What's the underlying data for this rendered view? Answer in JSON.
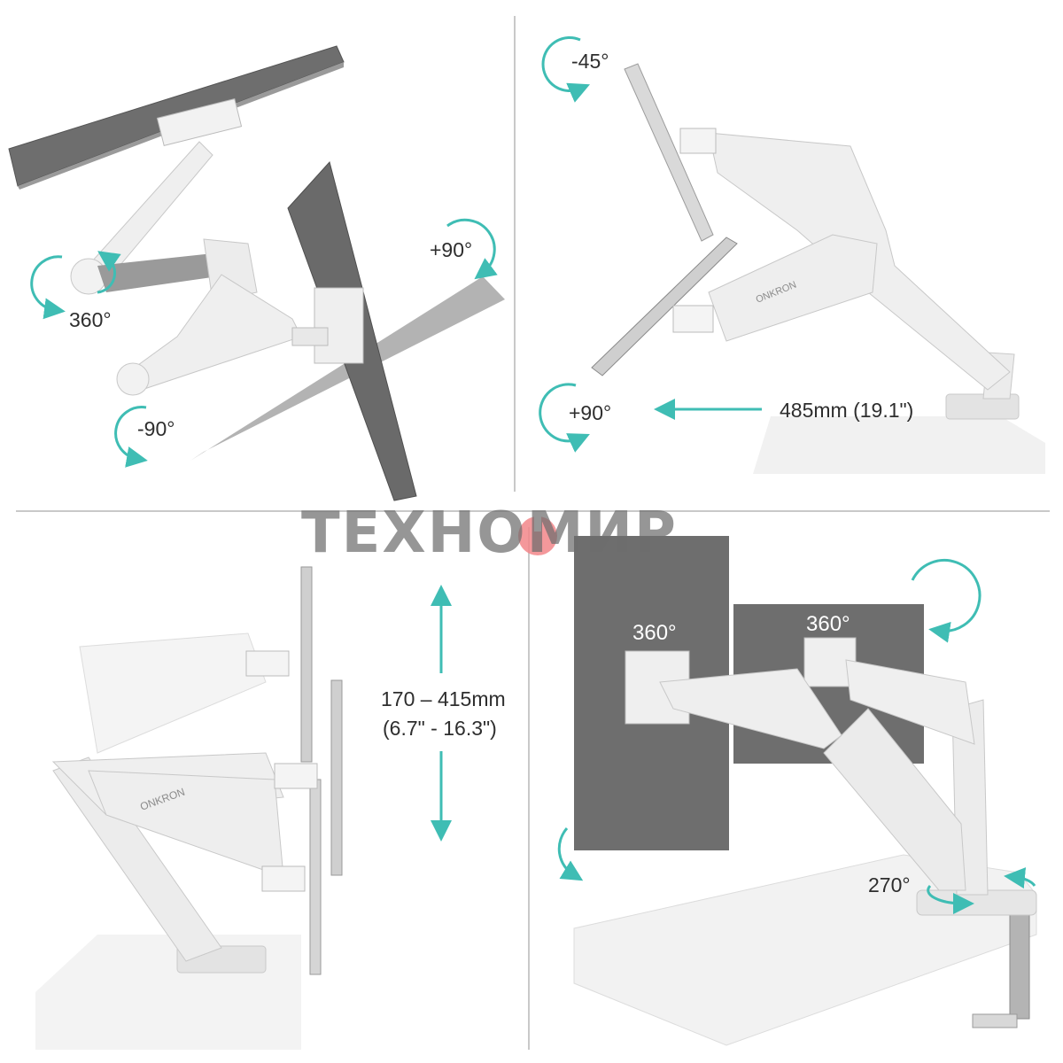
{
  "watermark": {
    "text": "ТЕХНОМИР",
    "accent_color": "#f2868a"
  },
  "colors": {
    "arrow": "#3fbdb4",
    "monitor": "#6e6e6e",
    "arm": "#eeeeee",
    "text": "#2e2e2e"
  },
  "panels": {
    "top_left": {
      "rotate_360": "360°",
      "tilt_plus_90": "+90°",
      "tilt_minus_90": "-90°"
    },
    "top_right": {
      "tilt_minus_45": "-45°",
      "tilt_plus_90": "+90°",
      "extension": "485mm (19.1\")",
      "brand": "ONKRON"
    },
    "bottom_left": {
      "height_range": "170 – 415mm",
      "height_range_in": "(6.7\" - 16.3\")",
      "brand": "ONKRON"
    },
    "bottom_right": {
      "left_monitor_rotation": "360°",
      "right_monitor_rotation": "360°",
      "base_swivel": "270°"
    }
  }
}
